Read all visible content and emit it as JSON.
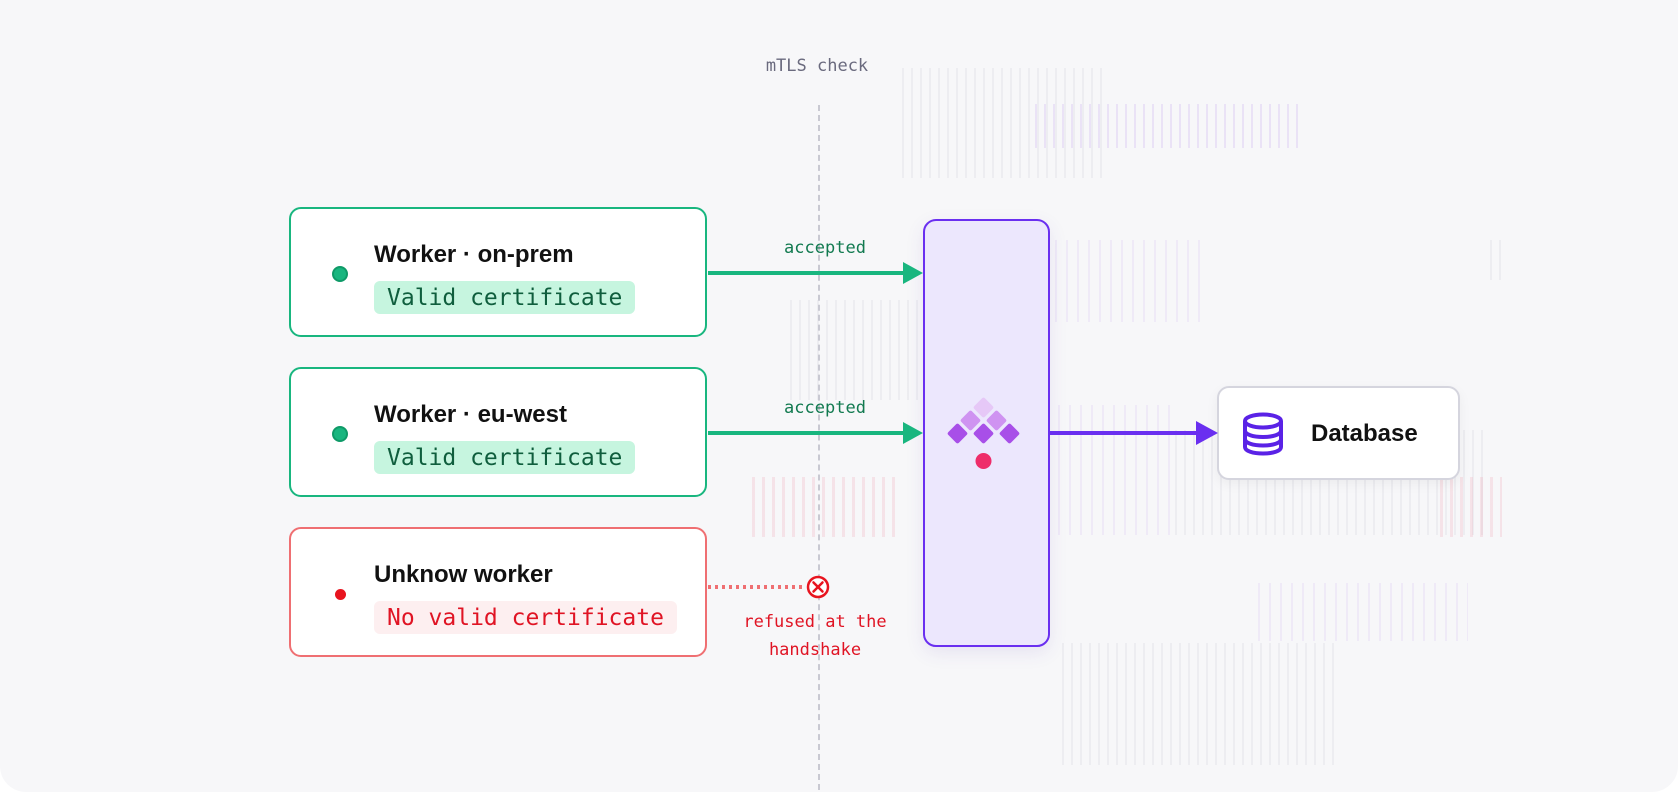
{
  "check": {
    "label": "mTLS check"
  },
  "workers": [
    {
      "name": "Worker · on-prem",
      "status": "Valid certificate",
      "edge": "accepted"
    },
    {
      "name": "Worker · eu-west",
      "status": "Valid certificate",
      "edge": "accepted"
    },
    {
      "name": "Unknow worker",
      "status": "No valid certificate",
      "edge": "refused at the handshake"
    }
  ],
  "refused": {
    "line1": "refused at the",
    "line2": "handshake"
  },
  "database": {
    "label": "Database",
    "icon": "database-icon"
  },
  "proxy": {
    "icon": "diamond-logo-icon"
  },
  "colors": {
    "accepted": "#19b67f",
    "refused": "#ef6f72",
    "proxy": "#6a2ff0",
    "proxy_fill": "#ece7fd"
  }
}
